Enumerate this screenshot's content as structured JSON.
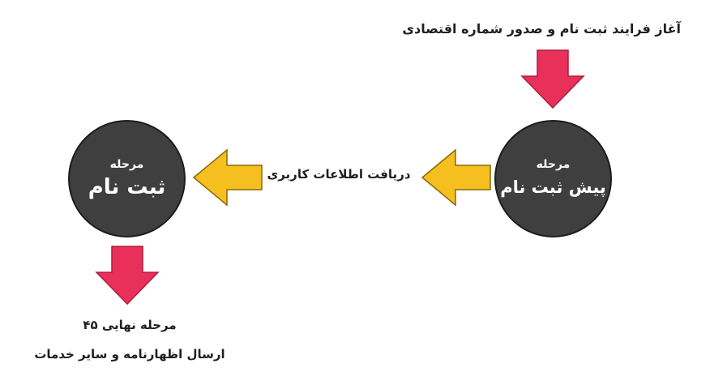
{
  "start": {
    "label": "آغاز فرایند ثبت نام و صدور شماره اقتصادی"
  },
  "stages": {
    "pre_registration": {
      "small": "مرحله",
      "big": "پیش ثبت نام"
    },
    "registration": {
      "small": "مرحله",
      "big": "ثبت نام"
    }
  },
  "transition": {
    "label": "دریافت اطلاعات کاربری"
  },
  "final": {
    "line1": "مرحله نهایی ۴۵",
    "line2": "ارسال اظهارنامه و سایر خدمات"
  },
  "colors": {
    "down_arrow": "#e8305a",
    "left_arrow": "#f5bf1f",
    "circle_fill": "#3f3f3f"
  }
}
